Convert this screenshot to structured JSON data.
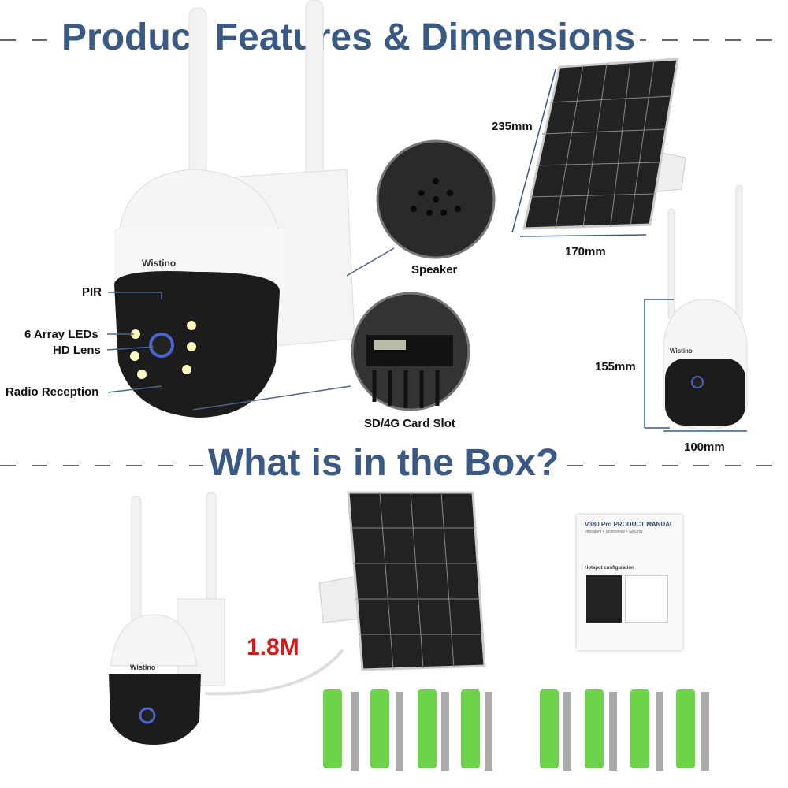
{
  "section1": {
    "title": "Product Features & Dimensions"
  },
  "section2": {
    "title": "What is in the Box?"
  },
  "features": {
    "pir": "PIR",
    "leds": "6 Array LEDs",
    "lens": "HD Lens",
    "radio": "Radio Reception",
    "speaker": "Speaker",
    "card_slot": "SD/4G Card Slot"
  },
  "dimensions": {
    "panel_height": "235mm",
    "panel_width": "170mm",
    "camera_height": "155mm",
    "camera_width": "100mm"
  },
  "box": {
    "cable_length": "1.8M",
    "manual_title": "V380 Pro PRODUCT MANUAL",
    "manual_subtitle": "Intelligent • Technology • Security",
    "manual_heading": "Hotspot configuration"
  },
  "brand": "Wistino",
  "colors": {
    "title": "#3a5a85",
    "cable_label": "#d51a1a",
    "anchor": "#6cd44a"
  }
}
